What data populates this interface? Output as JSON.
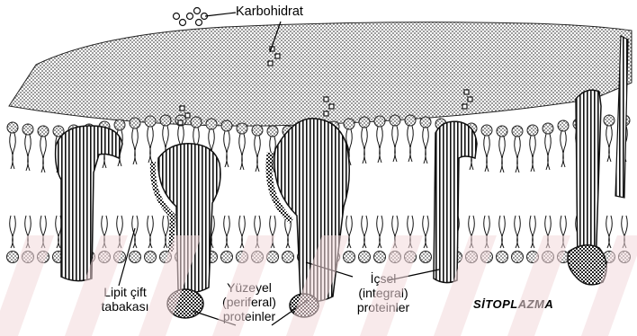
{
  "labels": {
    "carbohydrate": "Karbohidrat",
    "lipid_bilayer": [
      "Lipit çift",
      "tabakası"
    ],
    "surface_proteins": [
      "Yüzeyel",
      "(periferal)",
      "proteinler"
    ],
    "integral_proteins": [
      "İçsel",
      "(integral)",
      "proteinler"
    ],
    "cytoplasm": "SİTOPLAZMA"
  },
  "colors": {
    "ink": "#000000",
    "lipid_fill": "#9a9a9a",
    "protein_fill": "#ffffff",
    "watermark": "#f3d9dc"
  }
}
